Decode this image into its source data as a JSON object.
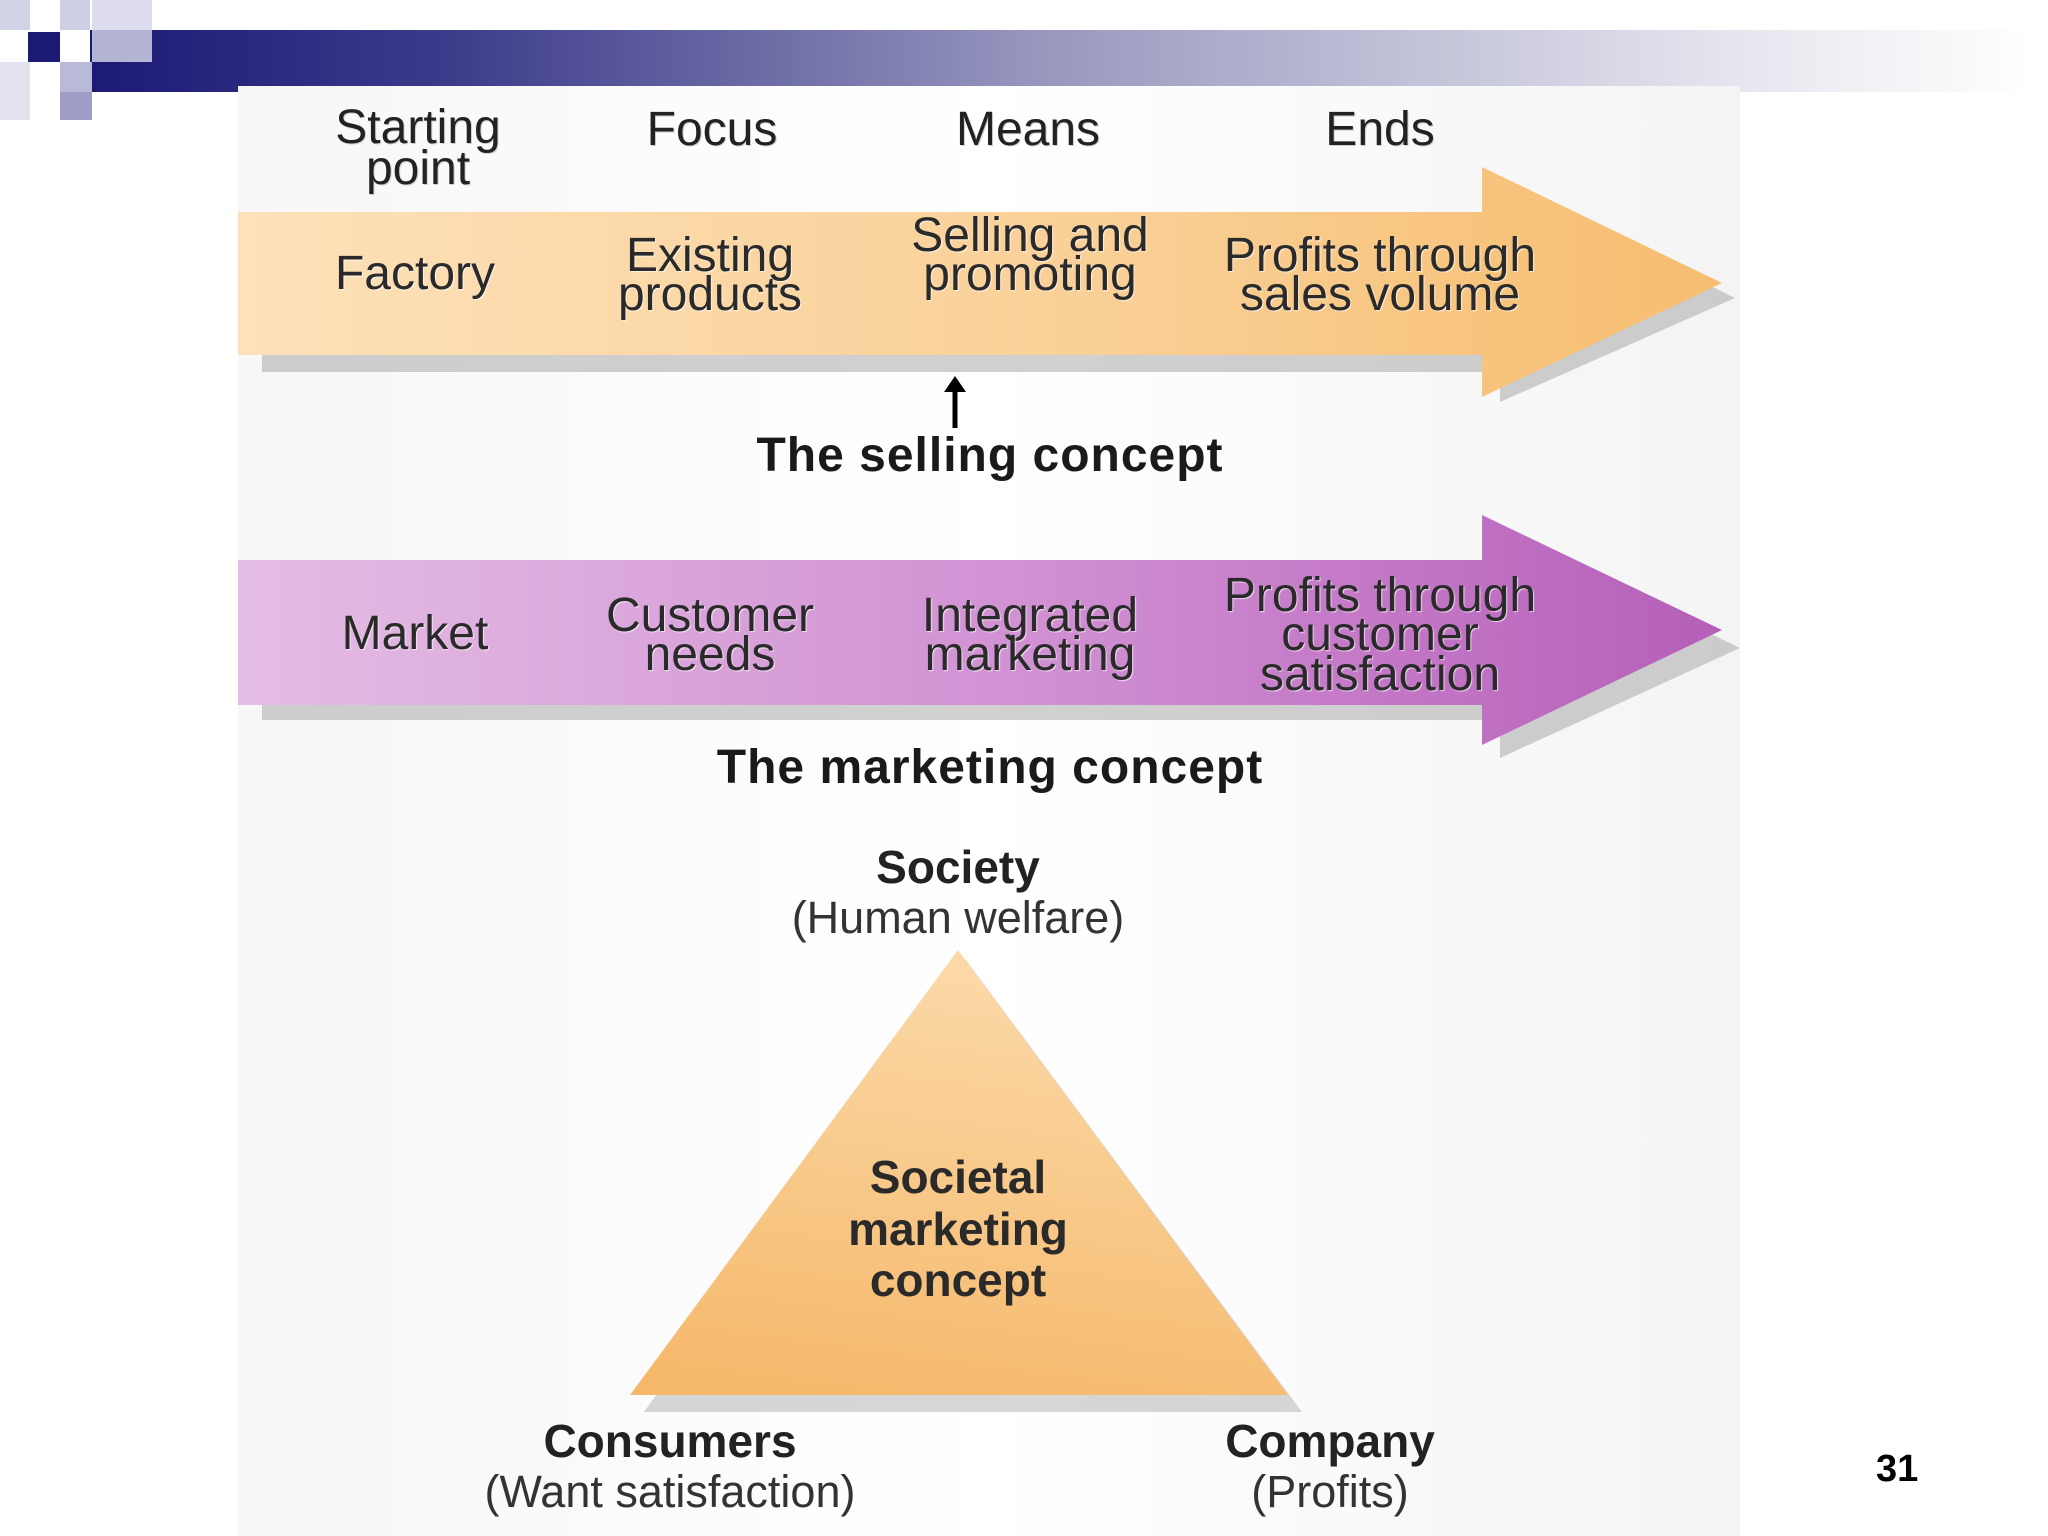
{
  "header": {
    "accent_dark": "#1c1a75",
    "accent_light": "#b9b9d8"
  },
  "columns": {
    "starting_point": "Starting point",
    "focus": "Focus",
    "means": "Means",
    "ends": "Ends"
  },
  "selling_concept": {
    "caption": "The selling concept",
    "color": "#f7c98a",
    "starting_point": "Factory",
    "focus": "Existing products",
    "means": "Selling and promoting",
    "ends": "Profits through sales volume"
  },
  "marketing_concept": {
    "caption": "The marketing concept",
    "color": "#c77dc9",
    "starting_point": "Market",
    "focus": "Customer needs",
    "means": "Integrated marketing",
    "ends": "Profits through customer satisfaction"
  },
  "societal": {
    "center": "Societal marketing concept",
    "top": {
      "title": "Society",
      "subtitle": "(Human welfare)"
    },
    "left": {
      "title": "Consumers",
      "subtitle": "(Want satisfaction)"
    },
    "right": {
      "title": "Company",
      "subtitle": "(Profits)"
    },
    "color": "#f8c27f"
  },
  "page_number": "31"
}
